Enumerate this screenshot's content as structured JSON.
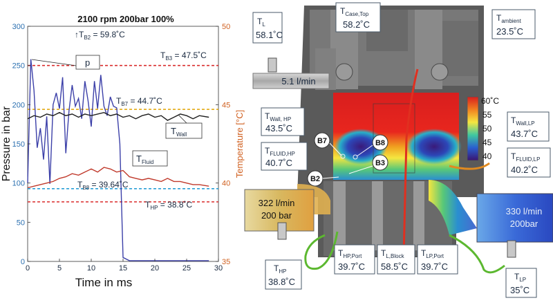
{
  "chart_data": {
    "type": "line",
    "title": "2100 rpm 200bar 100%",
    "xlabel": "Time in ms",
    "ylabel_left": "Pressure in bar",
    "ylabel_right": "Temperature [°C]",
    "xlim": [
      0,
      30
    ],
    "ylim_left": [
      0,
      300
    ],
    "ylim_right": [
      35,
      50
    ],
    "xticks": [
      "0",
      "5",
      "10",
      "15",
      "20",
      "25",
      "30"
    ],
    "yticks_left": [
      "0",
      "50",
      "100",
      "150",
      "200",
      "250",
      "300"
    ],
    "yticks_right": [
      "35",
      "40",
      "45",
      "50"
    ],
    "series": [
      {
        "name": "p",
        "axis": "left",
        "color": "#3b3fa8",
        "x": [
          0,
          0.5,
          1,
          1.5,
          2,
          2.5,
          3,
          3.5,
          4,
          4.5,
          5,
          5.5,
          6,
          6.5,
          7,
          7.5,
          8,
          8.5,
          9,
          9.5,
          10,
          10.5,
          11,
          11.5,
          12,
          12.5,
          13,
          13.5,
          14,
          14.5,
          15,
          16,
          20,
          25,
          28.5
        ],
        "y": [
          100,
          258,
          218,
          145,
          170,
          130,
          185,
          99,
          200,
          215,
          195,
          235,
          138,
          192,
          225,
          198,
          208,
          182,
          230,
          205,
          172,
          230,
          195,
          238,
          198,
          186,
          210,
          198,
          196,
          150,
          5,
          1,
          1,
          1,
          1
        ]
      },
      {
        "name": "TWall",
        "axis": "right",
        "color": "#1f1f1f",
        "x": [
          0,
          1,
          2,
          3,
          4,
          5,
          6,
          7,
          8,
          9,
          10,
          11,
          12,
          13,
          14,
          15,
          16,
          17,
          18,
          19,
          20,
          21,
          22,
          23,
          24,
          25,
          26,
          27,
          28.5
        ],
        "y": [
          44.1,
          44.3,
          44.2,
          44.4,
          44.3,
          44.5,
          44.3,
          44.4,
          44.2,
          44.4,
          44.3,
          44.4,
          44.5,
          44.3,
          44.4,
          44.2,
          44.3,
          44.1,
          44.3,
          44.4,
          44.2,
          44.3,
          44.0,
          44.2,
          44.4,
          44.3,
          44.1,
          44.3,
          44.2
        ]
      },
      {
        "name": "TFluid",
        "axis": "right",
        "color": "#c0392b",
        "x": [
          0,
          1,
          2,
          3,
          4,
          5,
          6,
          7,
          8,
          9,
          10,
          11,
          12,
          13,
          14,
          15,
          16,
          17,
          18,
          19,
          20,
          21,
          22,
          23,
          24,
          25,
          26,
          27,
          28.5
        ],
        "y": [
          39.7,
          39.8,
          39.9,
          40.0,
          40.1,
          40.3,
          40.4,
          40.6,
          40.5,
          40.7,
          40.9,
          40.7,
          41.0,
          40.9,
          40.7,
          40.8,
          40.4,
          40.3,
          40.2,
          40.3,
          40.2,
          40.1,
          40.3,
          40.1,
          40.1,
          40.0,
          39.9,
          39.9,
          39.8
        ]
      }
    ],
    "reference_lines": [
      {
        "label": "T",
        "sub": "B3",
        "text": " = 47.5˚C",
        "value": 47.5,
        "color": "#d92b2b"
      },
      {
        "label": "T",
        "sub": "B7",
        "text": " = 44.7˚C",
        "value": 44.7,
        "color": "#e0a400"
      },
      {
        "label": "T",
        "sub": "B8",
        "text": " = 39.64˚C",
        "value": 39.64,
        "color": "#2a9fd6"
      },
      {
        "label": "T",
        "sub": "HP",
        "text": " = 38.8˚C",
        "value": 38.8,
        "color": "#d92b2b"
      }
    ],
    "offscale_note": {
      "prefix": "↑T",
      "sub": "B2",
      "text": " = 59.8˚C"
    },
    "series_labels": {
      "p": "p",
      "wall": "T",
      "wall_sub": "Wall",
      "fluid": "T",
      "fluid_sub": "Fluid"
    }
  },
  "diagram": {
    "colorbar": {
      "title": "60˚C",
      "ticks": [
        "55",
        "50",
        "45",
        "40"
      ]
    },
    "sensor_points": [
      "B7",
      "B8",
      "B3",
      "B2"
    ],
    "flows": {
      "top": "5.1 l/min",
      "hp_flow": "322 l/min",
      "hp_pressure": "200 bar",
      "lp_flow": "330 l/min",
      "lp_pressure": "200bar"
    },
    "labels": {
      "tl": {
        "main": "T",
        "sub": "L",
        "value": "58.1˚C"
      },
      "tcase": {
        "main": "T",
        "sub": "Case,Top",
        "value": "58.2˚C"
      },
      "tambient": {
        "main": "T",
        "sub": "ambient",
        "value": "23.5˚C"
      },
      "twall_hp": {
        "main": "T",
        "sub": "Wall, HP",
        "value": "43.5˚C"
      },
      "tfluid_hp": {
        "main": "T",
        "sub": "FLUID,HP",
        "value": "40.7˚C"
      },
      "twall_lp": {
        "main": "T",
        "sub": "Wall,LP",
        "value": "43.7˚C"
      },
      "tfluid_lp": {
        "main": "T",
        "sub": "FLUID,LP",
        "value": "40.2˚C"
      },
      "thp_port": {
        "main": "T",
        "sub": "HP,Port",
        "value": "39.7˚C"
      },
      "tl_block": {
        "main": "T",
        "sub": "L,Block",
        "value": "58.5˚C"
      },
      "tlp_port": {
        "main": "T",
        "sub": "LP,Port",
        "value": "39.7˚C"
      },
      "thp": {
        "main": "T",
        "sub": "HP",
        "value": "38.8˚C"
      },
      "tlp": {
        "main": "T",
        "sub": "LP",
        "value": "35˚C"
      }
    }
  }
}
